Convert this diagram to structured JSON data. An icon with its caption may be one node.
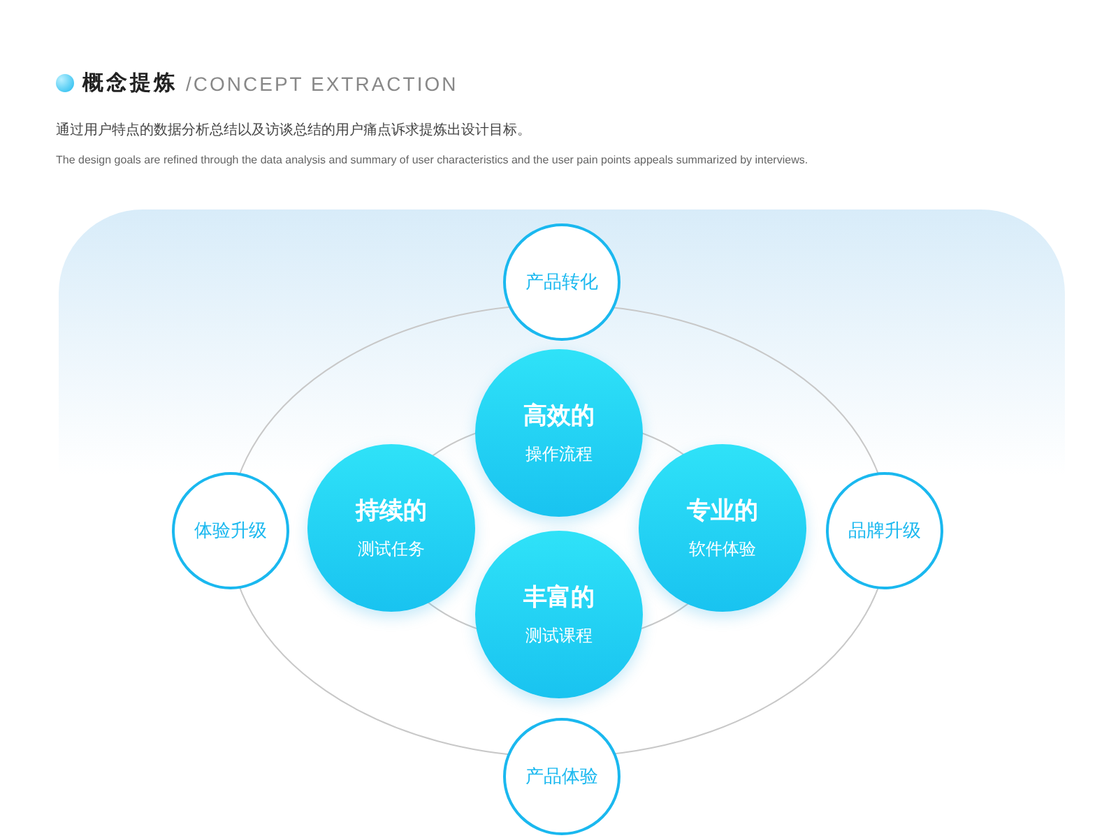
{
  "diagram": {
    "title": "概念提炼",
    "nodes": [
      {
        "text": [
          "产品转化"
        ]
      },
      {
        "text": [
          "体验升级"
        ]
      },
      {
        "text": [
          "品牌升级"
        ]
      },
      {
        "text": [
          "产品体验"
        ]
      },
      {
        "text": [
          "高效的",
          "操作流程"
        ]
      },
      {
        "text": [
          "持续的",
          "测试任务"
        ]
      },
      {
        "text": [
          "专业的",
          "软件体验"
        ]
      },
      {
        "text": [
          "丰富的",
          "测试课程"
        ]
      }
    ],
    "labels": [
      "/CONCEPT EXTRACTION",
      "通过用户特点的数据分析总结以及访谈总结的用户痛点诉求提炼出设计目标。",
      "The design goals are refined through the data analysis and summary of user characteristics and the user pain points appeals summarized by interviews."
    ]
  }
}
